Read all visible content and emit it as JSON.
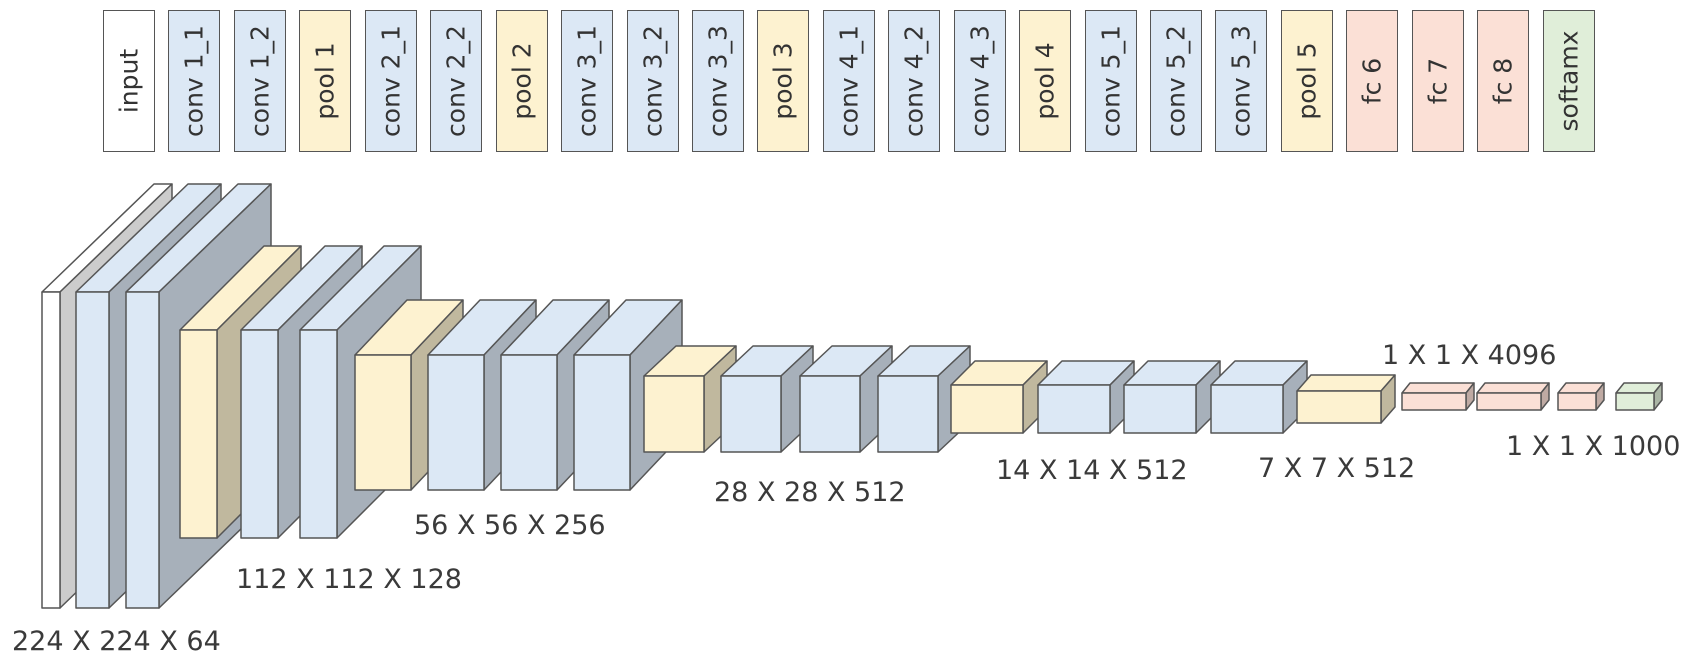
{
  "layers": [
    {
      "label": "input",
      "type": "input"
    },
    {
      "label": "conv 1_1",
      "type": "conv"
    },
    {
      "label": "conv 1_2",
      "type": "conv"
    },
    {
      "label": "pool 1",
      "type": "pool"
    },
    {
      "label": "conv 2_1",
      "type": "conv"
    },
    {
      "label": "conv 2_2",
      "type": "conv"
    },
    {
      "label": "pool 2",
      "type": "pool"
    },
    {
      "label": "conv 3_1",
      "type": "conv"
    },
    {
      "label": "conv 3_2",
      "type": "conv"
    },
    {
      "label": "conv 3_3",
      "type": "conv"
    },
    {
      "label": "pool 3",
      "type": "pool"
    },
    {
      "label": "conv 4_1",
      "type": "conv"
    },
    {
      "label": "conv 4_2",
      "type": "conv"
    },
    {
      "label": "conv 4_3",
      "type": "conv"
    },
    {
      "label": "pool 4",
      "type": "pool"
    },
    {
      "label": "conv 5_1",
      "type": "conv"
    },
    {
      "label": "conv 5_2",
      "type": "conv"
    },
    {
      "label": "conv 5_3",
      "type": "conv"
    },
    {
      "label": "pool 5",
      "type": "pool"
    },
    {
      "label": "fc 6",
      "type": "fc"
    },
    {
      "label": "fc 7",
      "type": "fc"
    },
    {
      "label": "fc 8",
      "type": "fc"
    },
    {
      "label": "softamx",
      "type": "softmax"
    }
  ],
  "colors": {
    "input": "#ffffff",
    "conv": "#dce8f5",
    "pool": "#fdf2d0",
    "fc": "#fbe0d6",
    "softmax": "#e0eed9",
    "outline": "#555555"
  },
  "dimension_labels": {
    "block1": "224 X 224 X 64",
    "block2": "112 X 112 X 128",
    "block3": "56 X 56 X 256",
    "block4": "28 X 28 X 512",
    "block5": "14 X 14 X 512",
    "block6": "7 X 7 X 512",
    "fc": "1 X 1 X 4096",
    "output": "1 X 1 X 1000"
  }
}
